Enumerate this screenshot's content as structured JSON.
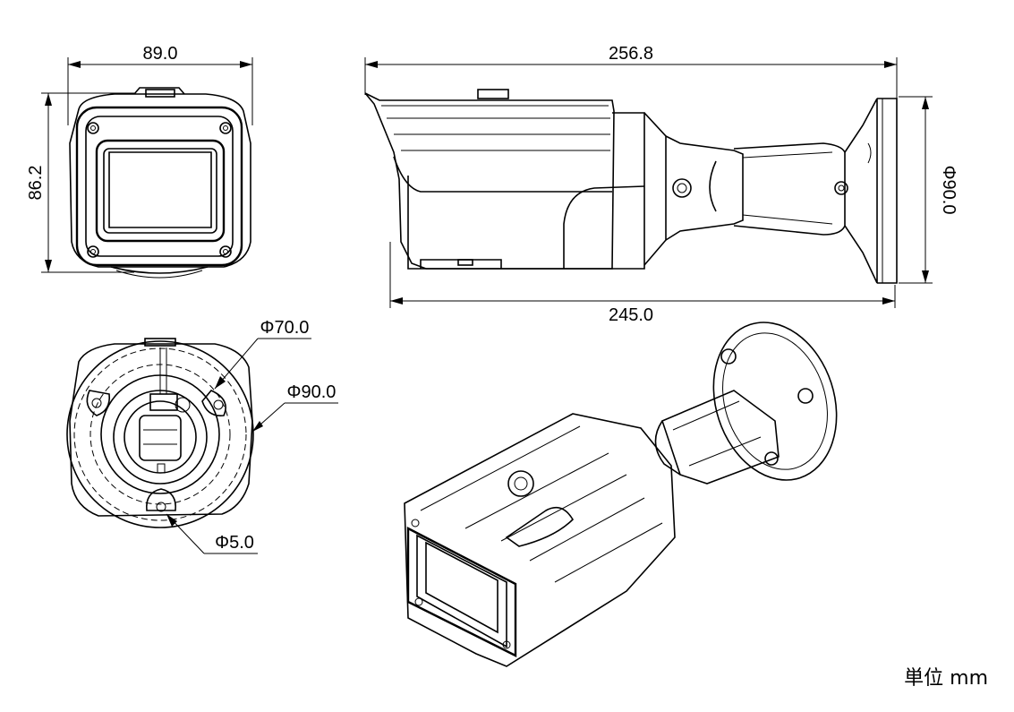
{
  "dimensions": {
    "front_width": "89.0",
    "front_height": "86.2",
    "side_total_length": "256.8",
    "side_body_length": "245.0",
    "mount_diameter_side": "Φ90.0",
    "bottom_inner_diameter": "Φ70.0",
    "bottom_outer_diameter": "Φ90.0",
    "hole_diameter": "Φ5.0"
  },
  "unit_label": "単位 mm"
}
